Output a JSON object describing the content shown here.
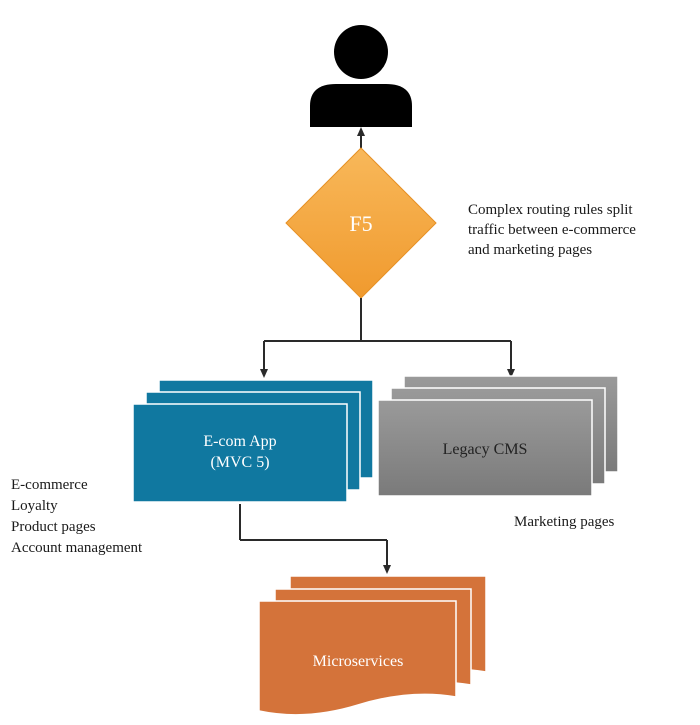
{
  "nodes": {
    "f5": {
      "label": "F5",
      "color": "#f5a53c"
    },
    "ecom": {
      "line1": "E-com App",
      "line2": "(MVC 5)",
      "color": "#1078a0"
    },
    "cms": {
      "label": "Legacy CMS",
      "color": "#8a8a8a"
    },
    "micro": {
      "label": "Microservices",
      "color": "#d4733a"
    }
  },
  "annotations": {
    "routing": [
      "Complex routing rules split",
      "traffic between e-commerce",
      "and marketing pages"
    ],
    "ecom_features": [
      "E-commerce",
      "Loyalty",
      "Product pages",
      "Account management"
    ],
    "marketing": "Marketing pages"
  },
  "icons": {
    "user": "user-icon"
  }
}
